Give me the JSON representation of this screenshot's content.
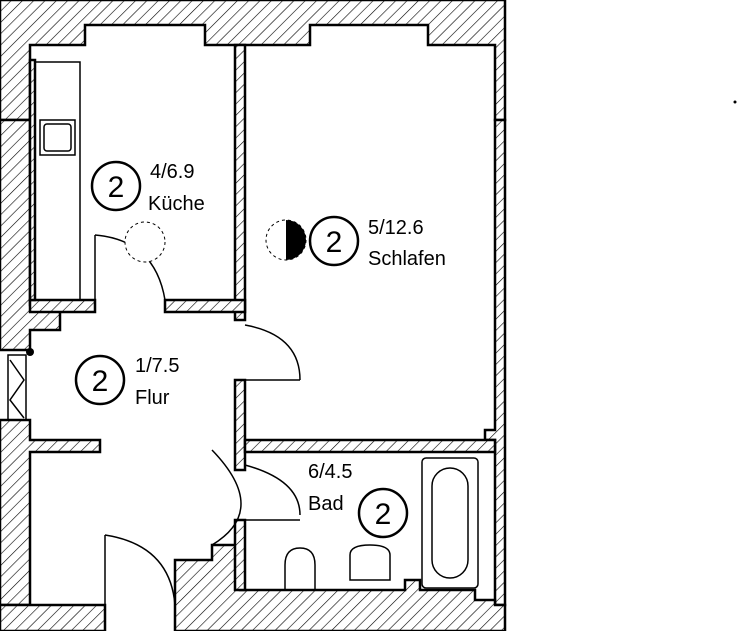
{
  "rooms": [
    {
      "id": "kitchen",
      "area": "4/6.9",
      "name": "Küche",
      "badge": "2"
    },
    {
      "id": "bedroom",
      "area": "5/12.6",
      "name": "Schlafen",
      "badge": "2"
    },
    {
      "id": "hallway",
      "area": "1/7.5",
      "name": "Flur",
      "badge": "2"
    },
    {
      "id": "bathroom",
      "area": "6/4.5",
      "name": "Bad",
      "badge": "2"
    }
  ]
}
